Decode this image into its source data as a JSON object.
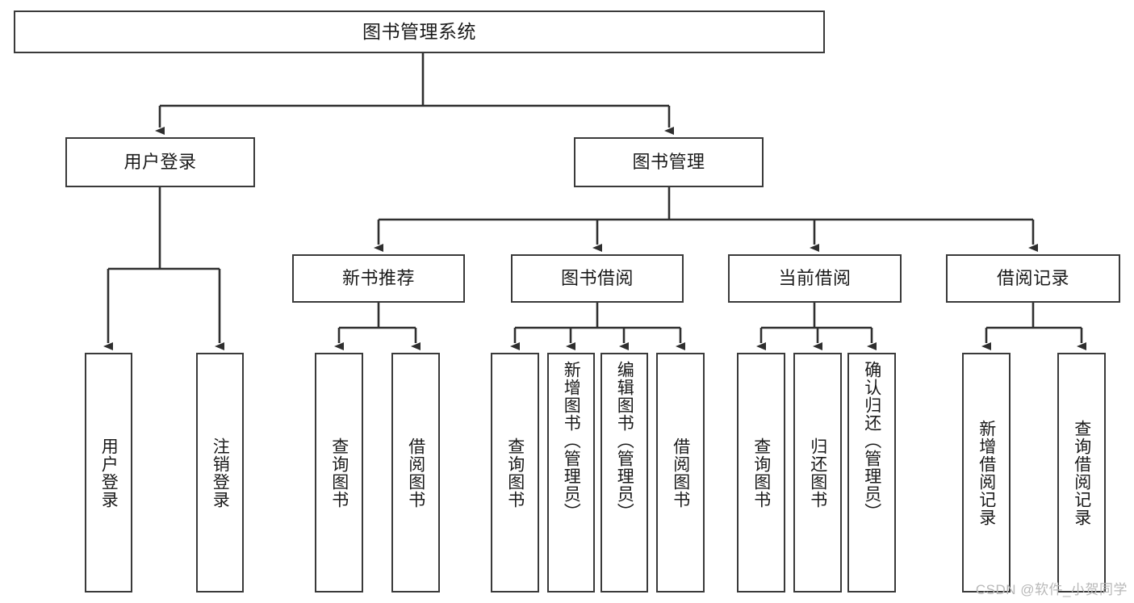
{
  "diagram": {
    "title": "图书管理系统",
    "type": "hierarchy-tree",
    "root": {
      "id": "root",
      "label": "图书管理系统"
    },
    "level1": [
      {
        "id": "user-login",
        "label": "用户登录"
      },
      {
        "id": "book-manage",
        "label": "图书管理"
      }
    ],
    "level2": [
      {
        "id": "new-book-rec",
        "label": "新书推荐",
        "parent": "book-manage"
      },
      {
        "id": "book-borrow",
        "label": "图书借阅",
        "parent": "book-manage"
      },
      {
        "id": "current-borrow",
        "label": "当前借阅",
        "parent": "book-manage"
      },
      {
        "id": "borrow-record",
        "label": "借阅记录",
        "parent": "book-manage"
      }
    ],
    "leaves": [
      {
        "id": "leaf-user-login",
        "label": "用户登录",
        "parent": "user-login"
      },
      {
        "id": "leaf-user-logout",
        "label": "注销登录",
        "parent": "user-login"
      },
      {
        "id": "leaf-query-book-1",
        "label": "查询图书",
        "parent": "new-book-rec"
      },
      {
        "id": "leaf-borrow-book-1",
        "label": "借阅图书",
        "parent": "new-book-rec"
      },
      {
        "id": "leaf-query-book-2",
        "label": "查询图书",
        "parent": "book-borrow"
      },
      {
        "id": "leaf-add-book",
        "label": "新增图书（管理员）",
        "parent": "book-borrow"
      },
      {
        "id": "leaf-edit-book",
        "label": "编辑图书（管理员）",
        "parent": "book-borrow"
      },
      {
        "id": "leaf-borrow-book-2",
        "label": "借阅图书",
        "parent": "book-borrow"
      },
      {
        "id": "leaf-query-book-3",
        "label": "查询图书",
        "parent": "current-borrow"
      },
      {
        "id": "leaf-return-book",
        "label": "归还图书",
        "parent": "current-borrow"
      },
      {
        "id": "leaf-confirm-return",
        "label": "确认归还（管理员）",
        "parent": "current-borrow"
      },
      {
        "id": "leaf-add-record",
        "label": "新增借阅记录",
        "parent": "borrow-record"
      },
      {
        "id": "leaf-query-record",
        "label": "查询借阅记录",
        "parent": "borrow-record"
      }
    ],
    "colors": {
      "stroke": "#3a3a3a",
      "fill": "#ffffff",
      "text": "#1a1a1a",
      "watermark": "#b8b8b8"
    }
  },
  "watermark": {
    "text": "CSDN @软件_小贺同学"
  }
}
